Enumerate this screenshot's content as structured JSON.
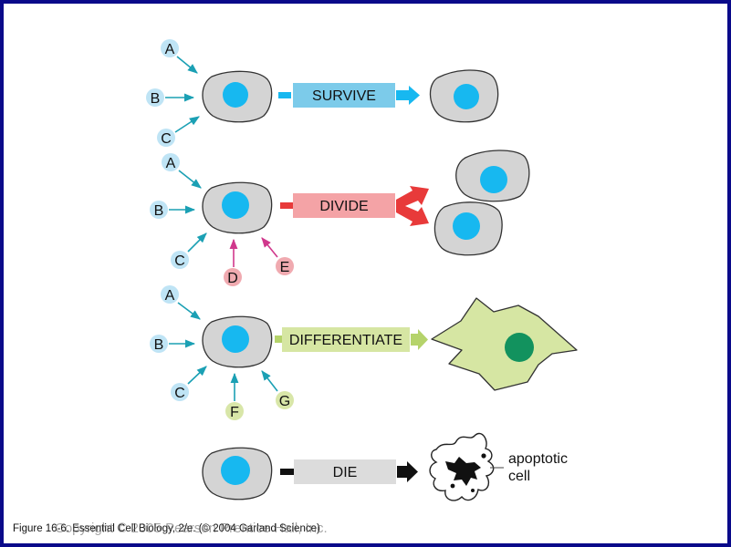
{
  "rows": [
    {
      "outcome": "SURVIVE",
      "signals": [
        "A",
        "B",
        "C"
      ]
    },
    {
      "outcome": "DIVIDE",
      "signals": [
        "A",
        "B",
        "C",
        "D",
        "E"
      ]
    },
    {
      "outcome": "DIFFERENTIATE",
      "signals": [
        "A",
        "B",
        "C",
        "F",
        "G"
      ]
    },
    {
      "outcome": "DIE",
      "signals": []
    }
  ],
  "apoptotic_label": [
    "apoptotic",
    "cell"
  ],
  "caption": "Figure 16-6.  Essential Cell Biology, 2/e. (© 2004 Garland Science)",
  "watermark": "Copyright © 2005 Pearson Prentice Hall, Inc.",
  "colors": {
    "background_border": "#0a0a8a",
    "cell_fill": "#d4d4d4",
    "nucleus": "#17b8f0",
    "survive": "#7ccbea",
    "divide": "#f4a3a6",
    "differentiate": "#d6e6a3",
    "die": "#dcdcdc",
    "signal_blue": "#bfe4f5",
    "signal_pink": "#f0aab0",
    "signal_green": "#d8e6a8",
    "arrow_teal": "#1ba0b4",
    "arrow_magenta": "#d0388c"
  }
}
